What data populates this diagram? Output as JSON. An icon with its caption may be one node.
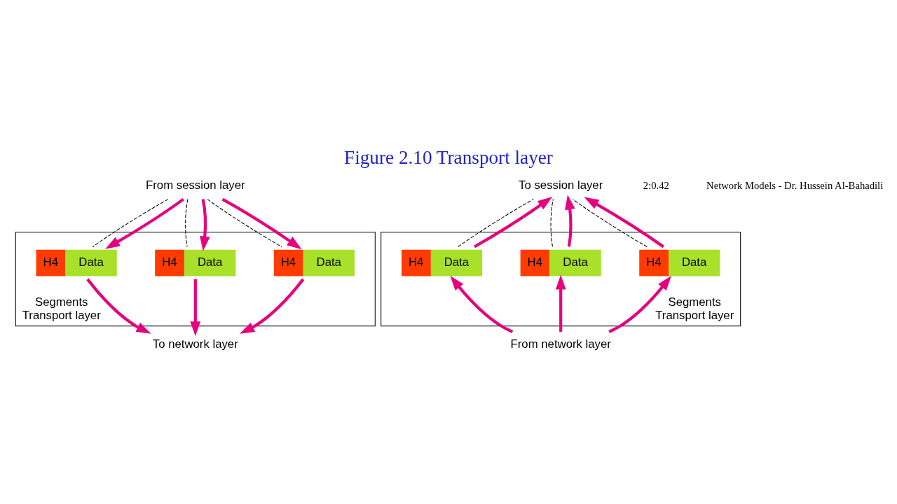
{
  "diagram": {
    "title": "Figure 2.10 Transport layer",
    "nodes": [
      {
        "text": [
          "Segments",
          "Transport layer"
        ]
      },
      {
        "text": [
          "H4",
          "Data"
        ],
        "in": 0
      },
      {
        "text": [
          "H4",
          "Data"
        ],
        "in": 0
      },
      {
        "text": [
          "H4",
          "Data"
        ],
        "in": 0
      },
      {
        "text": [
          "From session layer"
        ]
      },
      {
        "text": [
          "To network layer"
        ]
      },
      {
        "text": [
          "Segments",
          "Transport layer"
        ]
      },
      {
        "text": [
          "H4",
          "Data"
        ],
        "in": 6
      },
      {
        "text": [
          "H4",
          "Data"
        ],
        "in": 6
      },
      {
        "text": [
          "H4",
          "Data"
        ],
        "in": 6
      },
      {
        "text": [
          "To session layer"
        ]
      },
      {
        "text": [
          "From network layer"
        ]
      }
    ],
    "edges": [
      {
        "from": 4,
        "to": 1,
        "arrow": "none",
        "style": "dashed",
        "color": "#000000"
      },
      {
        "from": 4,
        "to": 2,
        "arrow": "none",
        "style": "dashed",
        "color": "#000000"
      },
      {
        "from": 4,
        "to": 3,
        "arrow": "none",
        "style": "dashed",
        "color": "#000000"
      },
      {
        "from": 4,
        "to": 1,
        "arrow": "to"
      },
      {
        "from": 4,
        "to": 2,
        "arrow": "to"
      },
      {
        "from": 4,
        "to": 3,
        "arrow": "to"
      },
      {
        "from": 1,
        "to": 5,
        "arrow": "to"
      },
      {
        "from": 2,
        "to": 5,
        "arrow": "to"
      },
      {
        "from": 3,
        "to": 5,
        "arrow": "to"
      },
      {
        "from": 7,
        "to": 10,
        "arrow": "none",
        "style": "dashed",
        "color": "#000000"
      },
      {
        "from": 8,
        "to": 10,
        "arrow": "none",
        "style": "dashed",
        "color": "#000000"
      },
      {
        "from": 9,
        "to": 10,
        "arrow": "none",
        "style": "dashed",
        "color": "#000000"
      },
      {
        "from": 7,
        "to": 10,
        "arrow": "to"
      },
      {
        "from": 8,
        "to": 10,
        "arrow": "to"
      },
      {
        "from": 9,
        "to": 10,
        "arrow": "to"
      },
      {
        "from": 11,
        "to": 7,
        "arrow": "to"
      },
      {
        "from": 11,
        "to": 8,
        "arrow": "to"
      },
      {
        "from": 11,
        "to": 9,
        "arrow": "to"
      }
    ],
    "labels": [
      "2:0.42",
      "Network Models - Dr. Hussein Al-Bahadili"
    ]
  }
}
